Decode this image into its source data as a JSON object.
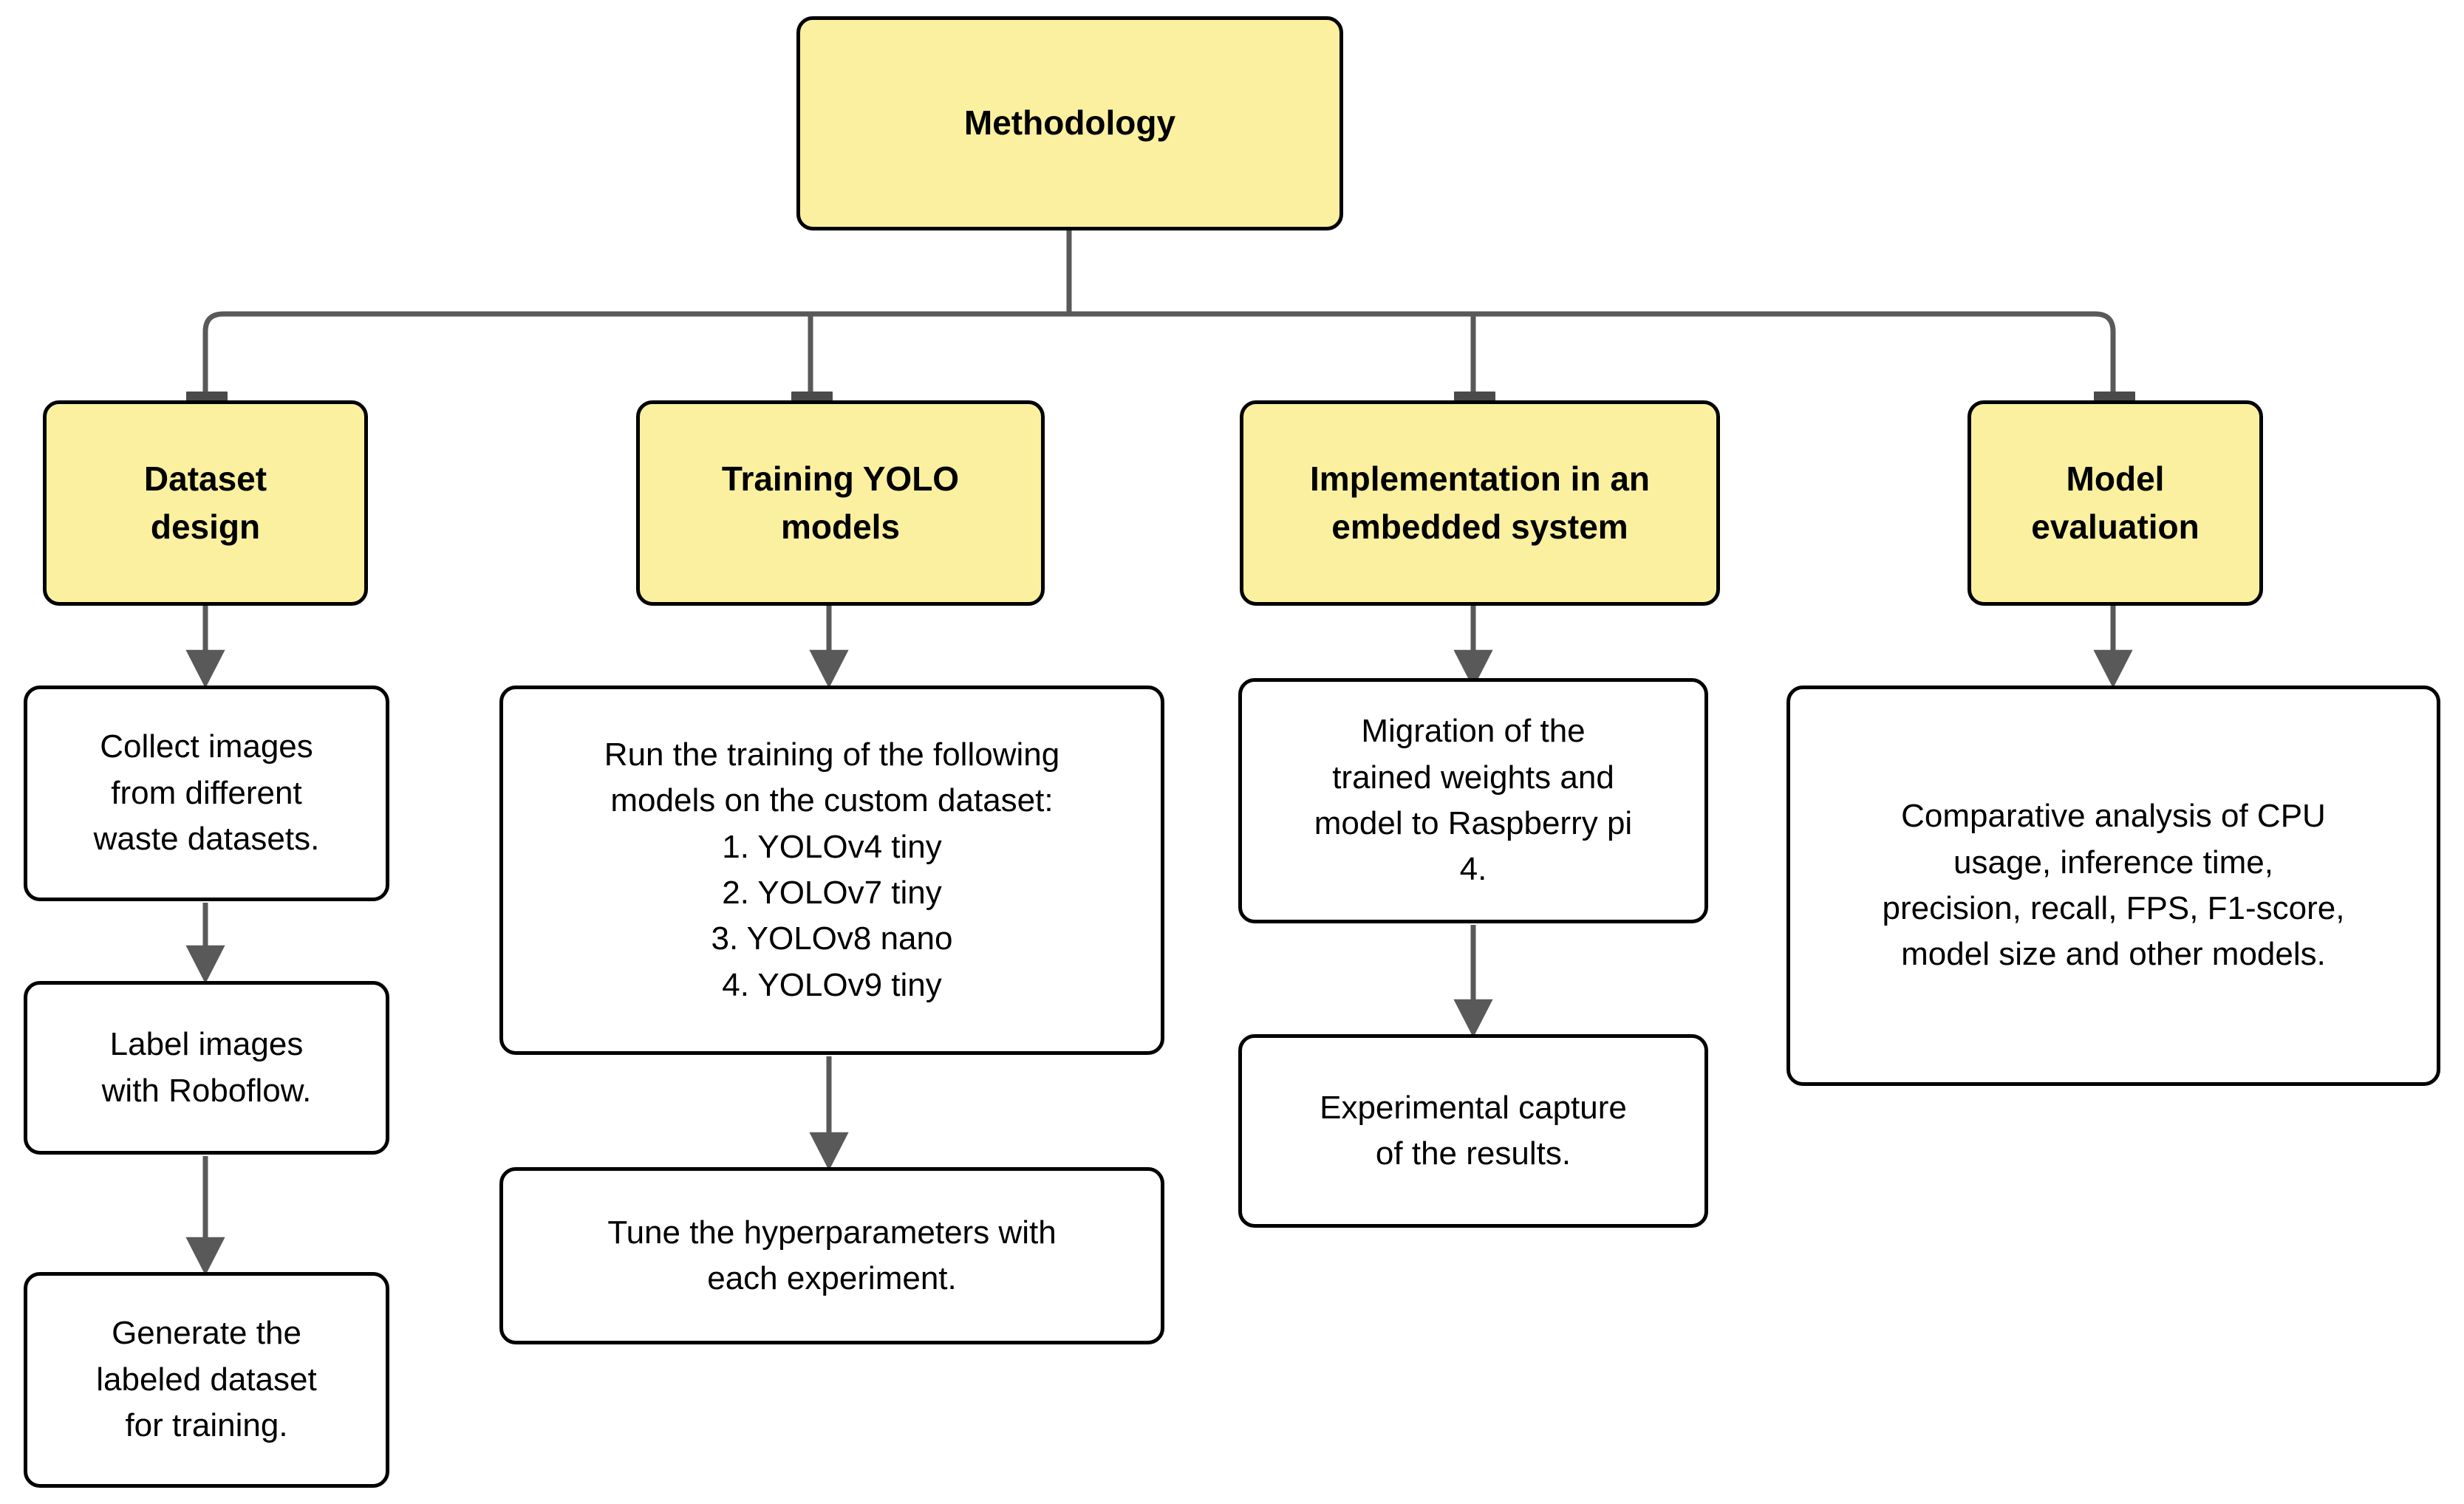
{
  "diagram": {
    "title": "Methodology",
    "colors": {
      "node_fill_highlight": "#FAF0A0",
      "node_fill_plain": "#FFFFFF",
      "node_border": "#000000",
      "edge_line": "#595959",
      "text": "#000000"
    },
    "root": {
      "id": "methodology",
      "label": "Methodology"
    },
    "branches": [
      {
        "id": "dataset-design",
        "label": "Dataset\ndesign",
        "steps": [
          {
            "id": "collect-images",
            "label": "Collect images\nfrom different\nwaste datasets."
          },
          {
            "id": "label-images",
            "label": "Label images\nwith Roboflow."
          },
          {
            "id": "generate-dataset",
            "label": "Generate the\nlabeled dataset\nfor training."
          }
        ]
      },
      {
        "id": "training-yolo-models",
        "label": "Training YOLO\nmodels",
        "steps": [
          {
            "id": "run-training",
            "label": "Run the training of the following\nmodels on the custom dataset:\n1. YOLOv4 tiny\n2. YOLOv7 tiny\n3. YOLOv8 nano\n4. YOLOv9 tiny"
          },
          {
            "id": "tune-hyperparameters",
            "label": "Tune the hyperparameters with\neach experiment."
          }
        ]
      },
      {
        "id": "implementation-embedded-system",
        "label": "Implementation in an\nembedded system",
        "steps": [
          {
            "id": "migration-weights",
            "label": "Migration of the\ntrained weights and\nmodel to Raspberry pi\n4."
          },
          {
            "id": "experimental-capture",
            "label": "Experimental capture\nof the results."
          }
        ]
      },
      {
        "id": "model-evaluation",
        "label": "Model\nevaluation",
        "steps": [
          {
            "id": "comparative-analysis",
            "label": "Comparative analysis of CPU\nusage, inference time,\nprecision, recall, FPS, F1-score,\nmodel size and other models."
          }
        ]
      }
    ]
  }
}
